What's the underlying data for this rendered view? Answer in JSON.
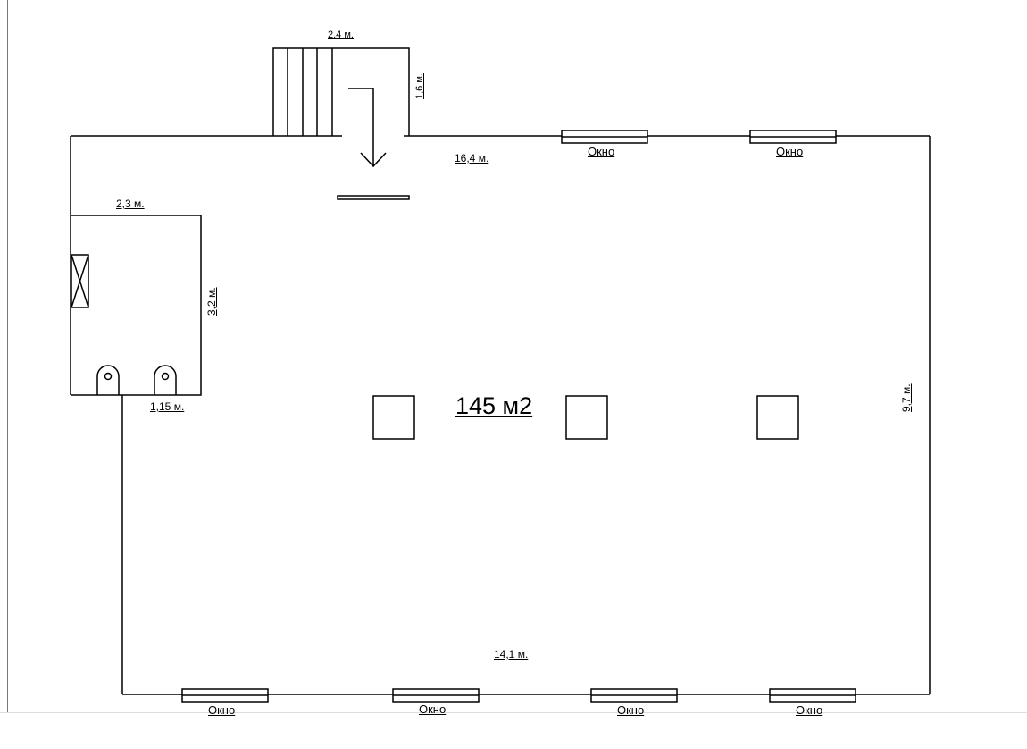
{
  "plan": {
    "area_label": "145 м2",
    "dimensions": {
      "top_wall": "16,4 м.",
      "bottom_wall": "14,1 м.",
      "right_wall": "9,7 м.",
      "stair_width": "2,4 м.",
      "stair_depth": "1,6 м.",
      "room_width": "2,3 м.",
      "room_height": "3,2 м.",
      "room_bottom": "1,15 м."
    },
    "windows": {
      "top_1": "Окно",
      "top_2": "Окно",
      "bottom_1": "Окно",
      "bottom_2": "Окно",
      "bottom_3": "Окно",
      "bottom_4": "Окно"
    }
  }
}
